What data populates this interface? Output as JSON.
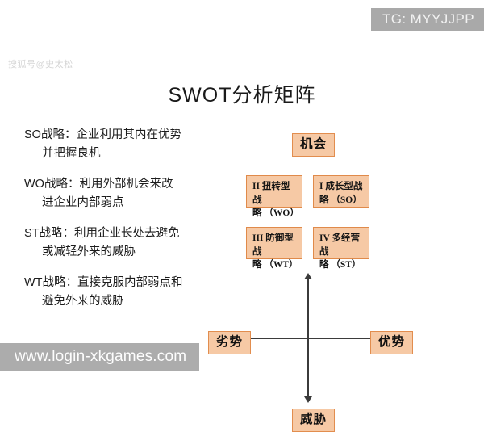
{
  "page": {
    "title": "SWOT分析矩阵"
  },
  "watermarks": {
    "telegram": "TG: MYYJJPP",
    "sohu": "搜狐号@史太松",
    "url": "www.login-xkgames.com"
  },
  "strategies": [
    {
      "id": "so",
      "line1": "SO战略：企业利用其内在优势",
      "line2": "并把握良机"
    },
    {
      "id": "wo",
      "line1": "WO战略：利用外部机会来改",
      "line2": "进企业内部弱点"
    },
    {
      "id": "st",
      "line1": "ST战略：利用企业长处去避免",
      "line2": "或减轻外来的威胁"
    },
    {
      "id": "wt",
      "line1": "WT战略：直接克服内部弱点和",
      "line2": "避免外来的威胁"
    }
  ],
  "matrix": {
    "axis_labels": {
      "top": "机会",
      "bottom": "威胁",
      "left": "劣势",
      "right": "优势"
    },
    "quadrants": [
      {
        "id": "wo",
        "line1": "II 扭转型战",
        "line2": "略 （WO）"
      },
      {
        "id": "so",
        "line1": "I 成长型战",
        "line2": "略 （SO）"
      },
      {
        "id": "wt",
        "line1": "III 防御型战",
        "line2": "略 （WT）"
      },
      {
        "id": "st",
        "line1": "IV 多经营战",
        "line2": "略 （ST）"
      }
    ]
  },
  "colors": {
    "box_fill": "#f6c9a5",
    "box_border": "#e08a4a",
    "axis_line": "#3b3b3b",
    "watermark_bg": "#acacac",
    "background": "#ffffff"
  }
}
